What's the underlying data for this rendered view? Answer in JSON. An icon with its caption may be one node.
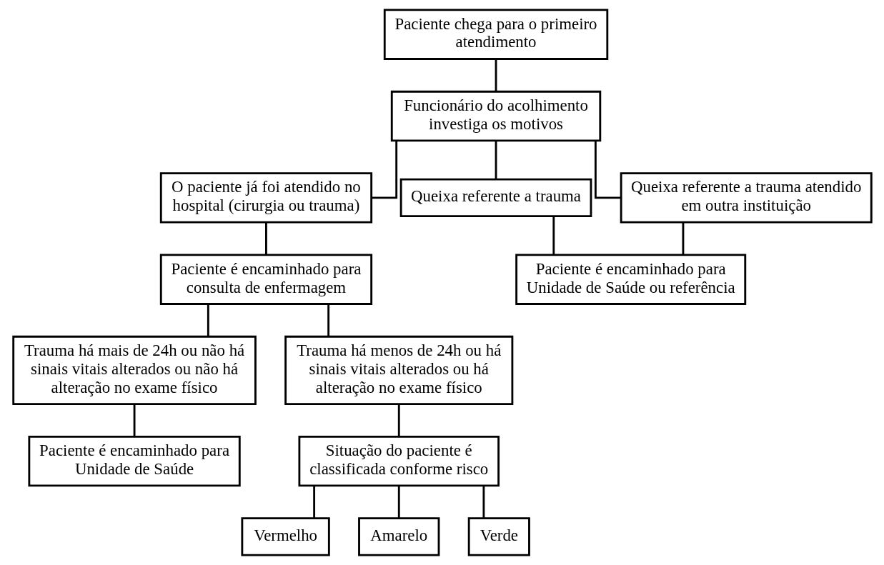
{
  "diagram": {
    "nodes": [
      {
        "text": [
          "Paciente chega para o primeiro atendimento"
        ]
      },
      {
        "text": [
          "Funcionário do acolhimento investiga os motivos"
        ]
      },
      {
        "text": [
          "O paciente já foi atendido no hospital (cirurgia ou trauma)"
        ]
      },
      {
        "text": [
          "Queixa referente a trauma"
        ]
      },
      {
        "text": [
          "Queixa referente a trauma atendido em outra instituição"
        ]
      },
      {
        "text": [
          "Paciente é encaminhado para consulta de enfermagem"
        ]
      },
      {
        "text": [
          "Paciente é encaminhado para Unidade de Saúde ou referência"
        ]
      },
      {
        "text": [
          "Trauma há mais de 24h ou não há sinais vitais alterados ou não há alteração no exame físico"
        ]
      },
      {
        "text": [
          "Trauma há menos de 24h ou há sinais vitais alterados ou há alteração no exame físico"
        ]
      },
      {
        "text": [
          "Paciente é encaminhado para Unidade de Saúde"
        ]
      },
      {
        "text": [
          "Situação do paciente é classificada conforme risco"
        ]
      },
      {
        "text": [
          "Vermelho"
        ]
      },
      {
        "text": [
          "Amarelo"
        ]
      },
      {
        "text": [
          "Verde"
        ]
      }
    ],
    "edges": [
      {
        "from": 0,
        "to": 1,
        "arrow": "none"
      },
      {
        "from": 1,
        "to": 2,
        "arrow": "none"
      },
      {
        "from": 1,
        "to": 3,
        "arrow": "none"
      },
      {
        "from": 1,
        "to": 4,
        "arrow": "none"
      },
      {
        "from": 2,
        "to": 5,
        "arrow": "none"
      },
      {
        "from": 3,
        "to": 6,
        "arrow": "none"
      },
      {
        "from": 4,
        "to": 6,
        "arrow": "none"
      },
      {
        "from": 5,
        "to": 7,
        "arrow": "none"
      },
      {
        "from": 5,
        "to": 8,
        "arrow": "none"
      },
      {
        "from": 7,
        "to": 9,
        "arrow": "none"
      },
      {
        "from": 8,
        "to": 10,
        "arrow": "none"
      },
      {
        "from": 10,
        "to": 11,
        "arrow": "none"
      },
      {
        "from": 10,
        "to": 12,
        "arrow": "none"
      },
      {
        "from": 10,
        "to": 13,
        "arrow": "none"
      }
    ]
  }
}
